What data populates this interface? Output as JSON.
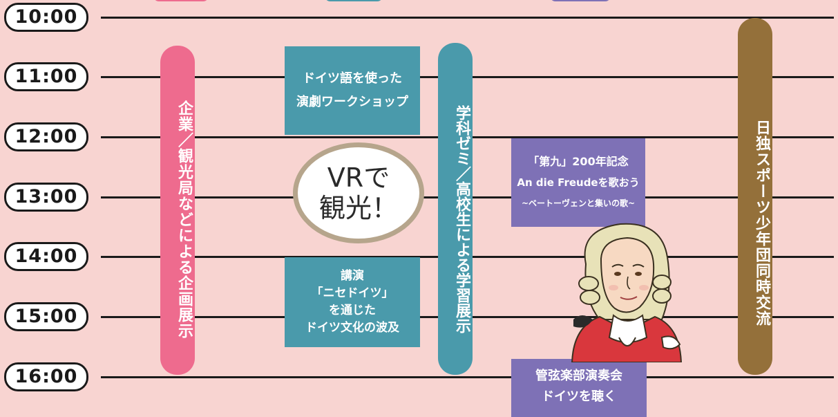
{
  "times": [
    "10:00",
    "11:00",
    "12:00",
    "13:00",
    "14:00",
    "15:00",
    "16:00"
  ],
  "pills": {
    "company": "企業／観光局などによる企画展示",
    "seminar": "学科ゼミ／高校生による学習展示",
    "sports": "日独スポーツ少年団同時交流"
  },
  "events": {
    "drama": [
      "ドイツ語を使った",
      "演劇ワークショップ"
    ],
    "lecture": [
      "講演",
      "「ニセドイツ」",
      "を通じた",
      "ドイツ文化の波及"
    ],
    "ninth": [
      "「第九」200年記念",
      "An die Freudeを歌おう",
      "~ベートーヴェンと集いの歌~"
    ],
    "orchestra": [
      "管弦楽部演奏会",
      "ドイツを聴く"
    ]
  },
  "vr_bubble": [
    "VRで",
    "観光！"
  ],
  "colors": {
    "background": "#f8d4d1",
    "pink": "#ee6b8e",
    "teal": "#4a9aab",
    "purple": "#7e71b6",
    "brown": "#94703a"
  }
}
